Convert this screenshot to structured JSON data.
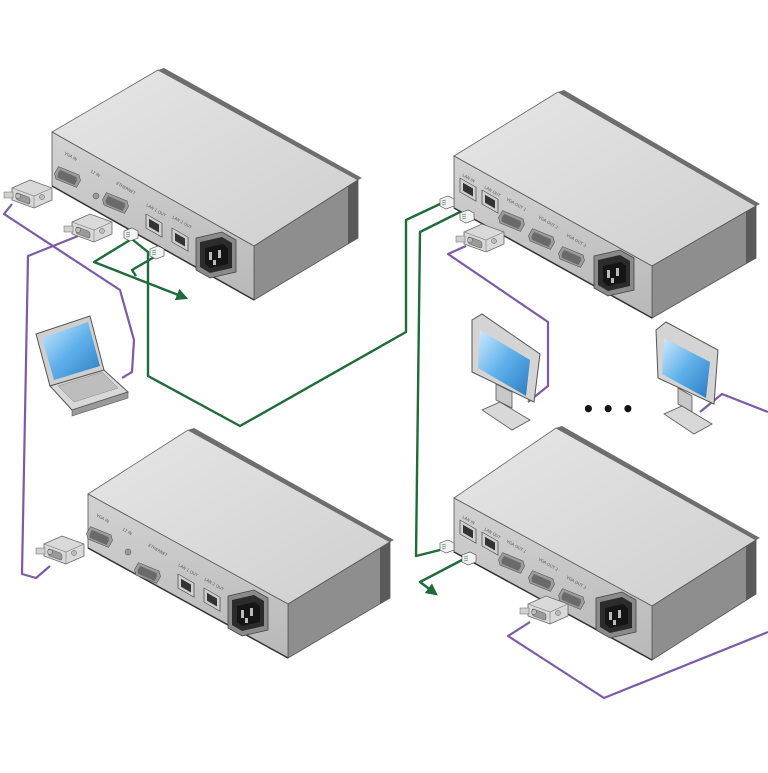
{
  "colors": {
    "network_cable": "#1f6b3a",
    "vga_cable": "#7b5ba6",
    "chassis_top": "#d8d8d8",
    "chassis_front": "#c4c4c4",
    "chassis_side": "#8c8c8c",
    "edge_dark": "#555555"
  },
  "devices": [
    {
      "id": "top-left-unit",
      "port_labels": [
        "VGA IN",
        "12 IN",
        "ETHERNET",
        "LAN 1 OUT",
        "LAN 2 OUT"
      ]
    },
    {
      "id": "bottom-left-unit",
      "port_labels": [
        "VGA IN",
        "12 IN",
        "ETHERNET",
        "LAN 1 OUT",
        "LAN 2 OUT"
      ]
    },
    {
      "id": "top-right-unit",
      "port_labels": [
        "LAN IN",
        "LAN OUT",
        "VGA OUT 1",
        "VGA OUT 2",
        "VGA OUT 3"
      ]
    },
    {
      "id": "bottom-right-unit",
      "port_labels": [
        "LAN IN",
        "LAN OUT",
        "VGA OUT 1",
        "VGA OUT 2",
        "VGA OUT 3"
      ]
    }
  ],
  "ellipsis": "• • •",
  "icons": [
    "laptop-icon",
    "monitor-icon",
    "vga-connector-icon",
    "rj45-plug-icon",
    "power-inlet-icon",
    "arrow-icon"
  ]
}
